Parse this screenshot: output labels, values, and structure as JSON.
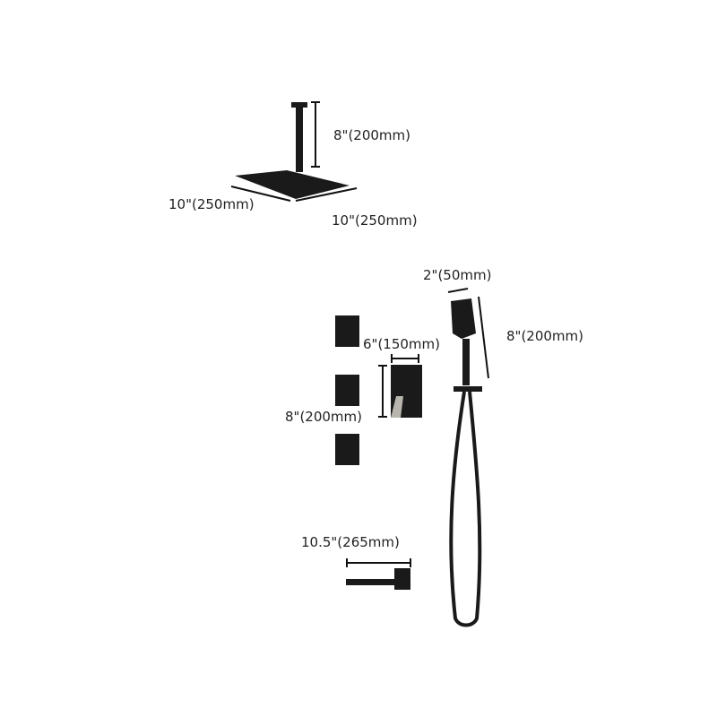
{
  "colors": {
    "fixture": "#1a1a1a",
    "line": "#111111",
    "handle": "#b8b5ae",
    "label": "#222222"
  },
  "labels": {
    "rain_head_height": "8\"(200mm)",
    "rain_head_width_left": "10\"(250mm)",
    "rain_head_width_right": "10\"(250mm)",
    "hand_shower_width": "2\"(50mm)",
    "hand_shower_length": "8\"(200mm)",
    "valve_width": "6\"(150mm)",
    "valve_height": "8\"(200mm)",
    "spout_length": "10.5\"(265mm)"
  }
}
